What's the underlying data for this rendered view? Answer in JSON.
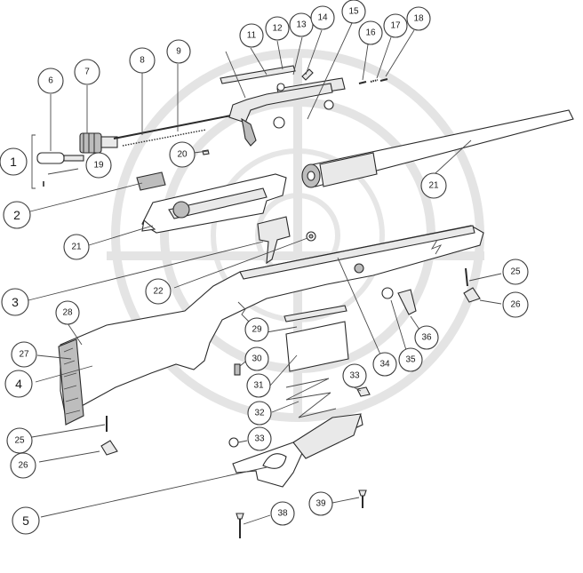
{
  "diagram": {
    "callouts": [
      {
        "id": "p1",
        "label": "1"
      },
      {
        "id": "p2",
        "label": "2"
      },
      {
        "id": "p3",
        "label": "3"
      },
      {
        "id": "p4",
        "label": "4"
      },
      {
        "id": "p5",
        "label": "5"
      },
      {
        "id": "p6",
        "label": "6"
      },
      {
        "id": "p7",
        "label": "7"
      },
      {
        "id": "p8",
        "label": "8"
      },
      {
        "id": "p9",
        "label": "9"
      },
      {
        "id": "p11",
        "label": "11"
      },
      {
        "id": "p12",
        "label": "12"
      },
      {
        "id": "p13",
        "label": "13"
      },
      {
        "id": "p14",
        "label": "14"
      },
      {
        "id": "p15",
        "label": "15"
      },
      {
        "id": "p16",
        "label": "16"
      },
      {
        "id": "p17",
        "label": "17"
      },
      {
        "id": "p18",
        "label": "18"
      },
      {
        "id": "p19",
        "label": "19"
      },
      {
        "id": "p20",
        "label": "20"
      },
      {
        "id": "p21a",
        "label": "21"
      },
      {
        "id": "p21b",
        "label": "21"
      },
      {
        "id": "p22",
        "label": "22"
      },
      {
        "id": "p25a",
        "label": "25"
      },
      {
        "id": "p25b",
        "label": "25"
      },
      {
        "id": "p26a",
        "label": "26"
      },
      {
        "id": "p26b",
        "label": "26"
      },
      {
        "id": "p27",
        "label": "27"
      },
      {
        "id": "p28",
        "label": "28"
      },
      {
        "id": "p29",
        "label": "29"
      },
      {
        "id": "p30",
        "label": "30"
      },
      {
        "id": "p31",
        "label": "31"
      },
      {
        "id": "p32",
        "label": "32"
      },
      {
        "id": "p33a",
        "label": "33"
      },
      {
        "id": "p33b",
        "label": "33"
      },
      {
        "id": "p34",
        "label": "34"
      },
      {
        "id": "p35",
        "label": "35"
      },
      {
        "id": "p36",
        "label": "36"
      },
      {
        "id": "p38",
        "label": "38"
      },
      {
        "id": "p39",
        "label": "39"
      }
    ]
  }
}
